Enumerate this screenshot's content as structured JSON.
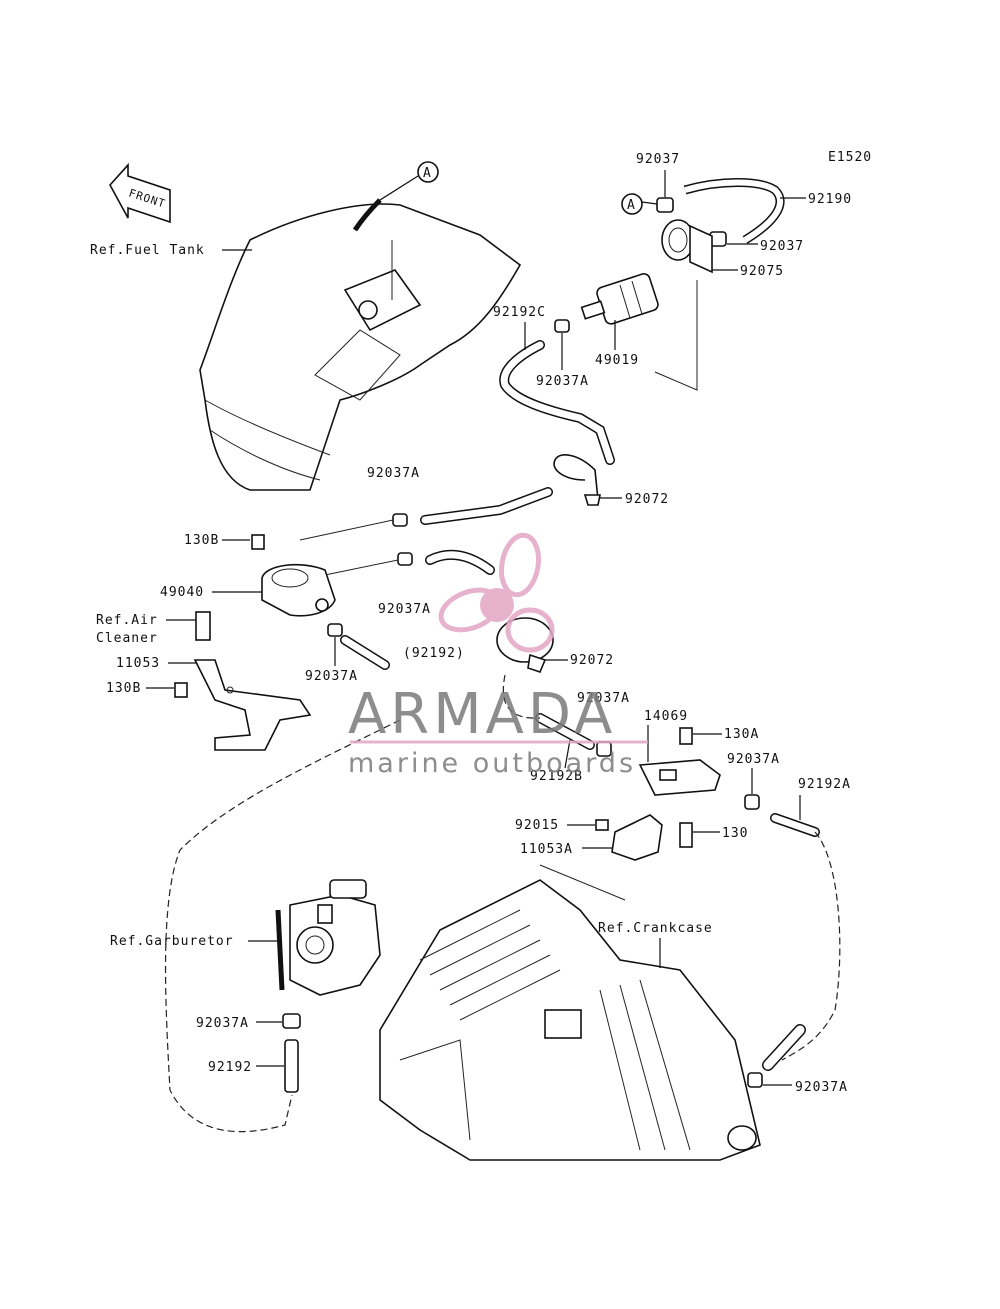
{
  "diagram": {
    "code": "E1520",
    "front_label": "FRONT",
    "ref_labels": {
      "fuel_tank": "Ref.Fuel Tank",
      "air_cleaner_1": "Ref.Air",
      "air_cleaner_2": "Cleaner",
      "carburetor": "Ref.Garburetor",
      "crankcase": "Ref.Crankcase"
    },
    "callout_a": "A",
    "parts": {
      "p92037_top": "92037",
      "p92190": "92190",
      "p92037_right": "92037",
      "p92075": "92075",
      "p92192c": "92192C",
      "p49019": "49019",
      "p92037a_1": "92037A",
      "p92037a_2": "92037A",
      "p92072_1": "92072",
      "p130b_1": "130B",
      "p49040": "49040",
      "p92037a_3": "92037A",
      "p11053": "11053",
      "p92037a_4": "92037A",
      "p92192_paren": "(92192)",
      "p92072_2": "92072",
      "p130b_2": "130B",
      "p92037a_5": "92037A",
      "p14069": "14069",
      "p130a": "130A",
      "p92192b": "92192B",
      "p92037a_6": "92037A",
      "p92192a": "92192A",
      "p92015": "92015",
      "p130": "130",
      "p11053a": "11053A",
      "p92037a_7": "92037A",
      "p92192": "92192",
      "p92037a_8": "92037A"
    }
  },
  "watermark": {
    "brand": "ARMADA",
    "tagline": "marine outboards",
    "accent_color": "#e3a6c4",
    "text_color": "#7a7a7a"
  }
}
